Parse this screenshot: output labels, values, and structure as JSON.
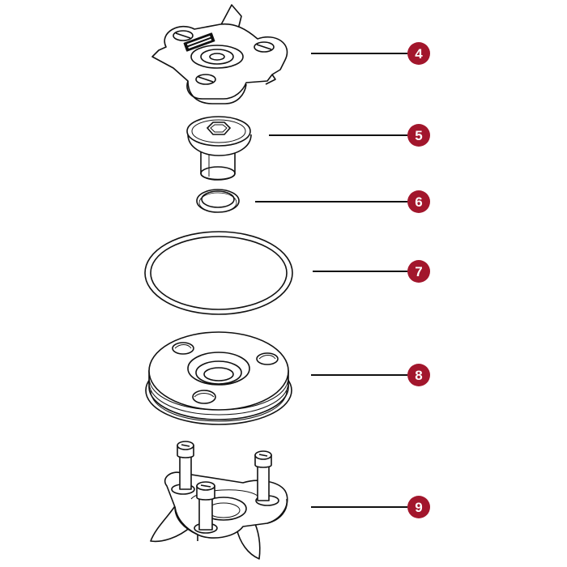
{
  "colors": {
    "badge": "#a2162c",
    "outline": "#111111",
    "fill": "#ffffff"
  },
  "callouts": [
    {
      "number": "4"
    },
    {
      "number": "5"
    },
    {
      "number": "6"
    },
    {
      "number": "7"
    },
    {
      "number": "8"
    },
    {
      "number": "9"
    }
  ]
}
